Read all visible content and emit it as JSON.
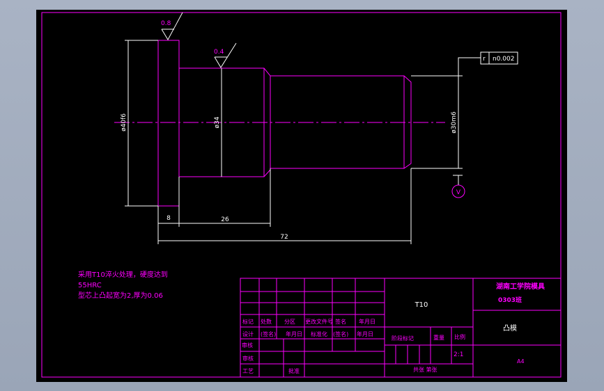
{
  "roughness": {
    "left": "0.8",
    "middle": "0.4"
  },
  "tolerance": {
    "symbol": "r",
    "value": "n0.002"
  },
  "datum": "V",
  "dimensions": {
    "dia_left": "ø40f6",
    "dia_mid": "ø34",
    "dia_right": "ø30m6",
    "len_8": "8",
    "len_26": "26",
    "len_72": "72"
  },
  "notes": {
    "line1": "采用T10淬火处理，硬度达到",
    "line2": "55HRC",
    "line3": "型芯上凸起宽为2,厚为0.06"
  },
  "title_block": {
    "material": "T10",
    "school": "湖南工学院模具",
    "class": "0303班",
    "part_name": "凸模",
    "row_mark": [
      "标记",
      "处数",
      "分区",
      "更改文件号",
      "签名",
      "年月日"
    ],
    "row_design": [
      "设计",
      "(签名)",
      "年月日",
      "标准化",
      "(签名)",
      "年月日"
    ],
    "stage_mark": "阶段标记",
    "weight": "重量",
    "scale_label": "比例",
    "scale": "2:1",
    "review1": "审核",
    "review0": "审核",
    "process": "工艺",
    "approve": "批准",
    "sheets": "共张 第张",
    "sheet_size": "A4"
  }
}
